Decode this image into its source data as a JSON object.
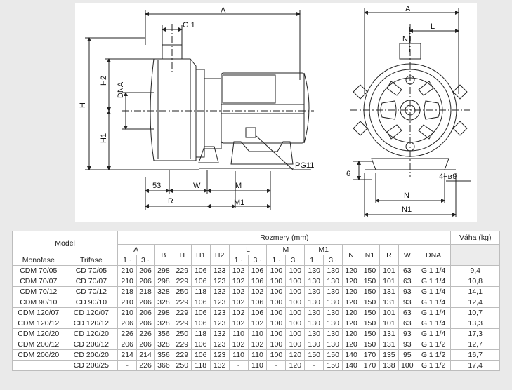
{
  "drawing": {
    "side_labels": {
      "a": "A",
      "g1": "G 1",
      "h": "H",
      "h2": "H2",
      "dna": "DNA",
      "h1": "H1",
      "pg11": "PG11",
      "d53": "53",
      "w": "W",
      "m": "M",
      "r": "R",
      "m1": "M1"
    },
    "front_labels": {
      "a": "A",
      "l": "L",
      "n1_top": "N1",
      "six": "6",
      "holes": "4−ø9",
      "n": "N",
      "n1": "N1"
    }
  },
  "table": {
    "group_model": "Model",
    "group_dims": "Rozmery (mm)",
    "group_weight": "Váha (kg)",
    "col_mono": "Monofase",
    "col_tri": "Trifase",
    "dim_cols": [
      "A",
      "B",
      "H",
      "H1",
      "H2",
      "L",
      "M",
      "M1",
      "N",
      "N1",
      "R",
      "W",
      "DNA"
    ],
    "sub_cols": [
      "1~",
      "3~"
    ],
    "rows": [
      {
        "mono": "CDM 70/05",
        "tri": "CD 70/05",
        "vals": [
          "210",
          "206",
          "298",
          "229",
          "106",
          "123",
          "102",
          "106",
          "100",
          "100",
          "130",
          "130",
          "120",
          "150",
          "101",
          "63",
          "G 1 1/4"
        ],
        "weight": "9,4"
      },
      {
        "mono": "CDM 70/07",
        "tri": "CD 70/07",
        "vals": [
          "210",
          "206",
          "298",
          "229",
          "106",
          "123",
          "102",
          "106",
          "100",
          "100",
          "130",
          "130",
          "120",
          "150",
          "101",
          "63",
          "G 1 1/4"
        ],
        "weight": "10,8"
      },
      {
        "mono": "CDM 70/12",
        "tri": "CD 70/12",
        "vals": [
          "218",
          "218",
          "328",
          "250",
          "118",
          "132",
          "102",
          "102",
          "100",
          "100",
          "130",
          "130",
          "120",
          "150",
          "131",
          "93",
          "G 1 1/4"
        ],
        "weight": "14,1"
      },
      {
        "mono": "CDM 90/10",
        "tri": "CD 90/10",
        "vals": [
          "210",
          "206",
          "328",
          "229",
          "106",
          "123",
          "102",
          "106",
          "100",
          "100",
          "130",
          "130",
          "120",
          "150",
          "131",
          "93",
          "G 1 1/4"
        ],
        "weight": "12,4"
      },
      {
        "mono": "CDM 120/07",
        "tri": "CD 120/07",
        "vals": [
          "210",
          "206",
          "298",
          "229",
          "106",
          "123",
          "102",
          "106",
          "100",
          "100",
          "130",
          "130",
          "120",
          "150",
          "101",
          "63",
          "G 1 1/4"
        ],
        "weight": "10,7"
      },
      {
        "mono": "CDM 120/12",
        "tri": "CD 120/12",
        "vals": [
          "206",
          "206",
          "328",
          "229",
          "106",
          "123",
          "102",
          "102",
          "100",
          "100",
          "130",
          "130",
          "120",
          "150",
          "101",
          "63",
          "G 1 1/4"
        ],
        "weight": "13,3"
      },
      {
        "mono": "CDM 120/20",
        "tri": "CD 120/20",
        "vals": [
          "226",
          "226",
          "356",
          "250",
          "118",
          "132",
          "110",
          "110",
          "100",
          "100",
          "130",
          "130",
          "120",
          "150",
          "131",
          "93",
          "G 1 1/4"
        ],
        "weight": "17,3"
      },
      {
        "mono": "CDM 200/12",
        "tri": "CD 200/12",
        "vals": [
          "206",
          "206",
          "328",
          "229",
          "106",
          "123",
          "102",
          "102",
          "100",
          "100",
          "130",
          "130",
          "120",
          "150",
          "131",
          "93",
          "G 1 1/2"
        ],
        "weight": "12,7"
      },
      {
        "mono": "CDM 200/20",
        "tri": "CD 200/20",
        "vals": [
          "214",
          "214",
          "356",
          "229",
          "106",
          "123",
          "110",
          "110",
          "100",
          "120",
          "150",
          "150",
          "140",
          "170",
          "135",
          "95",
          "G 1 1/2"
        ],
        "weight": "16,7"
      },
      {
        "mono": "",
        "tri": "CD 200/25",
        "vals": [
          "-",
          "226",
          "366",
          "250",
          "118",
          "132",
          "-",
          "110",
          "-",
          "120",
          "-",
          "150",
          "140",
          "170",
          "138",
          "100",
          "G 1 1/2"
        ],
        "weight": "17,4"
      }
    ]
  }
}
